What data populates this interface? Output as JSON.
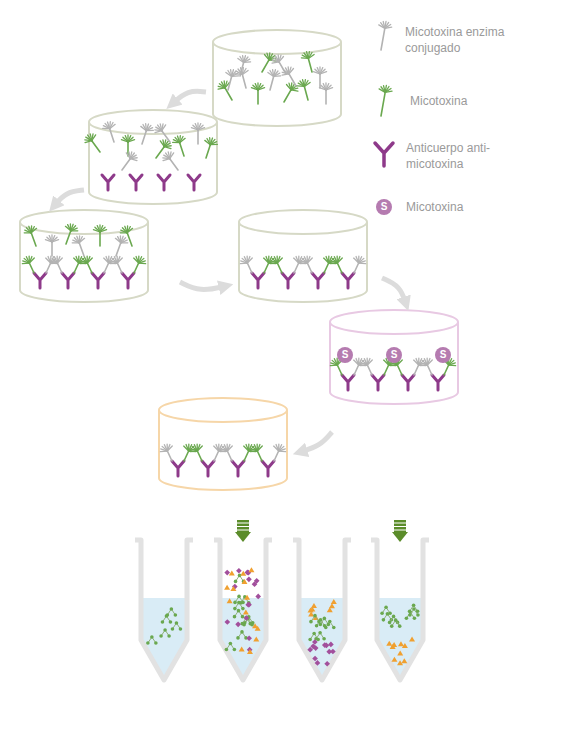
{
  "diagram": {
    "labels": [
      "S",
      "S",
      "S",
      "S"
    ],
    "legend": [
      {
        "text": "Micotoxina enzima conjugado"
      },
      {
        "text": "Micotoxina"
      },
      {
        "text": "Anticuerpo anti-micotoxina"
      },
      {
        "text": "Micotoxina"
      }
    ]
  }
}
